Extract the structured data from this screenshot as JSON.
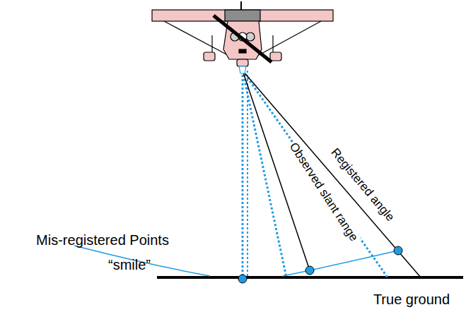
{
  "diagram": {
    "labels": [
      "Mis-registered Points",
      "“smile”",
      "Observed slant range",
      "Registered angle",
      "True ground"
    ]
  }
}
